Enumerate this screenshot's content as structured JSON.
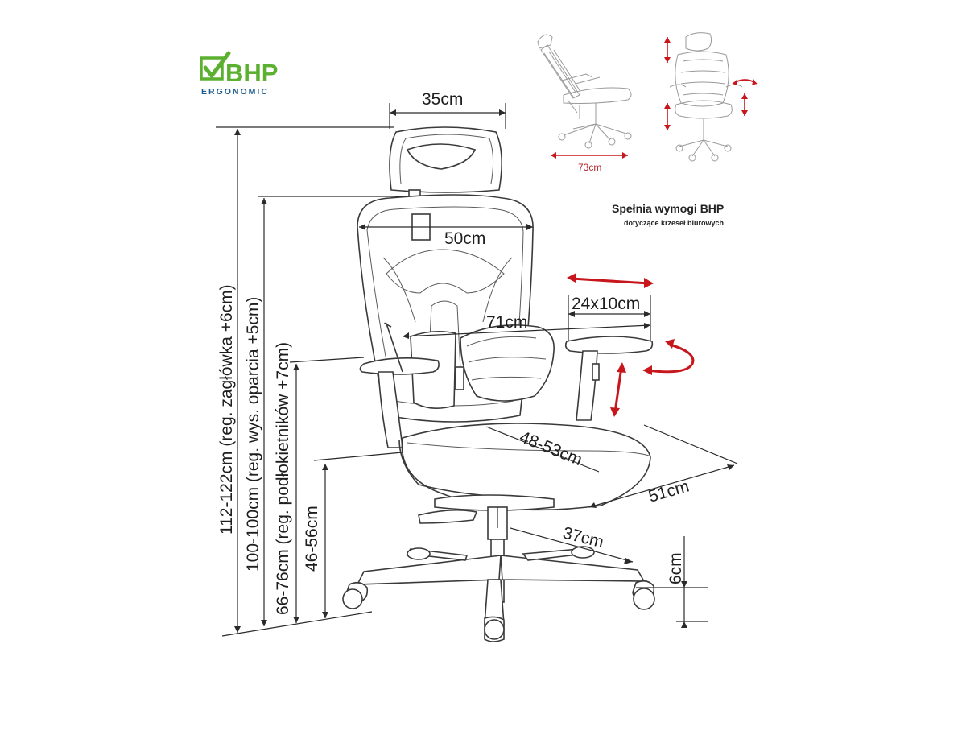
{
  "logo": {
    "brand": "BHP",
    "tagline": "ERGONOMIC",
    "colors": {
      "green": "#5cb030",
      "blue": "#1e5b8f"
    }
  },
  "requirements": {
    "title": "Spełnia wymogi BHP",
    "subtitle": "dotyczące krzeseł biurowych"
  },
  "dimensions": {
    "headrest_width": "35cm",
    "back_width": "50cm",
    "armrest_span": "71cm",
    "armrest_pad": "24x10cm",
    "seat_depth": "48-53cm",
    "seat_width": "51cm",
    "base_radius": "37cm",
    "wheel_height": "6cm",
    "total_height": "112-122cm (reg. zagłówka +6cm)",
    "back_height": "100-100cm (reg. wys. oparcia +5cm)",
    "armrest_height": "66-76cm (reg. podłokietników +7cm)",
    "seat_height": "46-56cm",
    "thumb_depth": "73cm"
  },
  "colors": {
    "arrow_red": "#c8161d",
    "line": "#2a2a2a"
  }
}
